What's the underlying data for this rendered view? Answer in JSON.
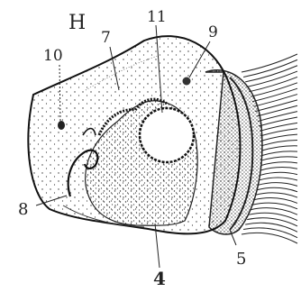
{
  "figure": {
    "panel_letter": "H",
    "labels": {
      "l10": "10",
      "l7": "7",
      "l11": "11",
      "l9": "9",
      "l8": "8",
      "l4": "4",
      "l5": "5"
    },
    "colors": {
      "ink": "#222222",
      "background": "#ffffff",
      "stipple": "#333333"
    }
  }
}
